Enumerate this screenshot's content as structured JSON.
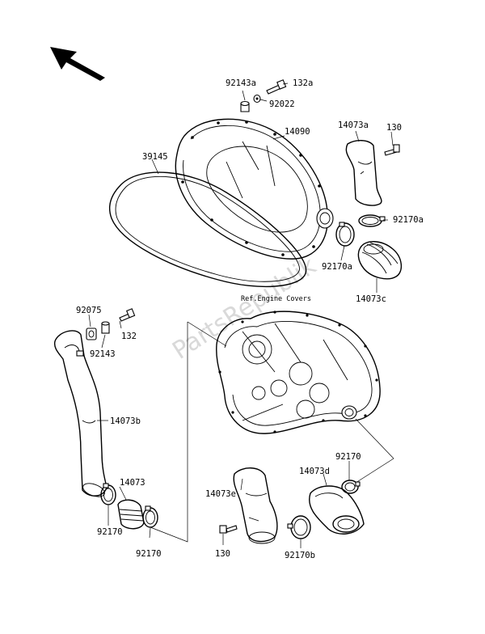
{
  "diagram": {
    "ref_note": "Ref.Engine Covers",
    "watermark": "PartsRepublik",
    "arrow_icon": "direction-arrow-icon",
    "parts": [
      {
        "id": "p-92143a",
        "label": "92143a"
      },
      {
        "id": "p-132a",
        "label": "132a"
      },
      {
        "id": "p-92022",
        "label": "92022"
      },
      {
        "id": "p-14090",
        "label": "14090"
      },
      {
        "id": "p-39145",
        "label": "39145"
      },
      {
        "id": "p-14073a",
        "label": "14073a"
      },
      {
        "id": "p-130-top",
        "label": "130"
      },
      {
        "id": "p-92170a-right",
        "label": "92170a"
      },
      {
        "id": "p-92170a-left",
        "label": "92170a"
      },
      {
        "id": "p-14073c",
        "label": "14073c"
      },
      {
        "id": "p-92075",
        "label": "92075"
      },
      {
        "id": "p-132",
        "label": "132"
      },
      {
        "id": "p-92143",
        "label": "92143"
      },
      {
        "id": "p-14073b",
        "label": "14073b"
      },
      {
        "id": "p-14073",
        "label": "14073"
      },
      {
        "id": "p-92170-left",
        "label": "92170"
      },
      {
        "id": "p-92170-bottom",
        "label": "92170"
      },
      {
        "id": "p-92170-right",
        "label": "92170"
      },
      {
        "id": "p-14073d",
        "label": "14073d"
      },
      {
        "id": "p-14073e",
        "label": "14073e"
      },
      {
        "id": "p-130-bottom",
        "label": "130"
      },
      {
        "id": "p-92170b",
        "label": "92170b"
      }
    ]
  }
}
